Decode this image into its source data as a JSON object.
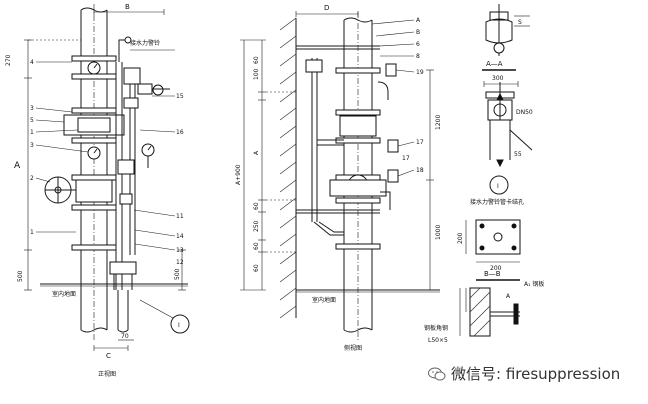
{
  "front_view": {
    "caption": "正视图",
    "tag_top": "B",
    "tag_bottom": "C",
    "label_A": "A",
    "dim_top": "270",
    "dim_bottom": "500",
    "dim_right": "500",
    "dim_70": "70",
    "callout_pressure_switch": "接水力警铃",
    "floor_label": "室内地面",
    "numbers_left": [
      "4",
      "3",
      "5",
      "1",
      "3",
      "2",
      "1"
    ],
    "numbers_right": [
      "15",
      "16",
      "11",
      "14",
      "13",
      "12"
    ],
    "detail_ref": "I"
  },
  "side_view": {
    "caption": "侧视图",
    "tag_top": "D",
    "dim_total": "A+900",
    "dim_A": "A",
    "dims_left": [
      "60",
      "100",
      "250",
      "60",
      "60",
      "60"
    ],
    "dims_right": [
      "1200",
      "1000"
    ],
    "numbers_right": [
      "A",
      "B",
      "6",
      "8",
      "19",
      "17",
      "18",
      "17"
    ],
    "floor_label": "室内地面"
  },
  "details": {
    "section_aa": "A—A",
    "section_bb": "B—B",
    "detail_title": "接水力警铃管卡结孔",
    "dim_s": "S",
    "dim_dn": "DN50",
    "dim_200a": "200",
    "dim_200b": "200",
    "dim_300": "300",
    "dim_55": "55",
    "dim_ab": "A",
    "label_bolt": "A₁ 钢板",
    "label_angle": "钢板角钢",
    "label_angle_spec": "L50×5",
    "detail_ref": "I"
  },
  "watermark": {
    "text": "微信号: firesuppression",
    "icon": "wechat-icon"
  }
}
